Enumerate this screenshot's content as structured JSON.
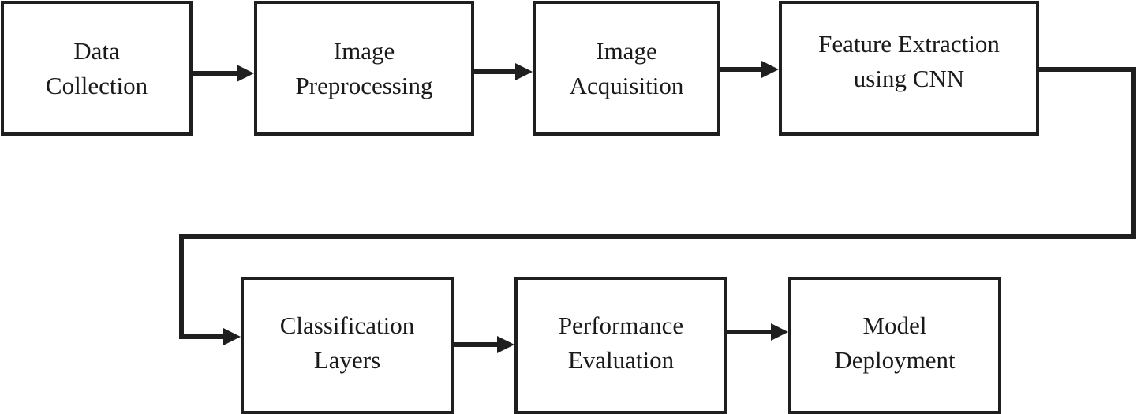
{
  "diagram": {
    "steps": [
      {
        "id": "data-collection",
        "line1": "Data",
        "line2": "Collection"
      },
      {
        "id": "image-preprocessing",
        "line1": "Image",
        "line2": "Preprocessing"
      },
      {
        "id": "image-acquisition",
        "line1": "Image",
        "line2": "Acquisition"
      },
      {
        "id": "feature-extraction",
        "line1": "Feature Extraction",
        "line2": "using CNN"
      },
      {
        "id": "classification-layers",
        "line1": "Classification",
        "line2": "Layers"
      },
      {
        "id": "performance-evaluation",
        "line1": "Performance",
        "line2": "Evaluation"
      },
      {
        "id": "model-deployment",
        "line1": "Model",
        "line2": "Deployment"
      }
    ],
    "edges": [
      {
        "from": "data-collection",
        "to": "image-preprocessing"
      },
      {
        "from": "image-preprocessing",
        "to": "image-acquisition"
      },
      {
        "from": "image-acquisition",
        "to": "feature-extraction"
      },
      {
        "from": "feature-extraction",
        "to": "classification-layers"
      },
      {
        "from": "classification-layers",
        "to": "performance-evaluation"
      },
      {
        "from": "performance-evaluation",
        "to": "model-deployment"
      }
    ],
    "colors": {
      "stroke": "#1f1f1f",
      "background": "#ffffff",
      "text": "#1a1a1a"
    }
  }
}
